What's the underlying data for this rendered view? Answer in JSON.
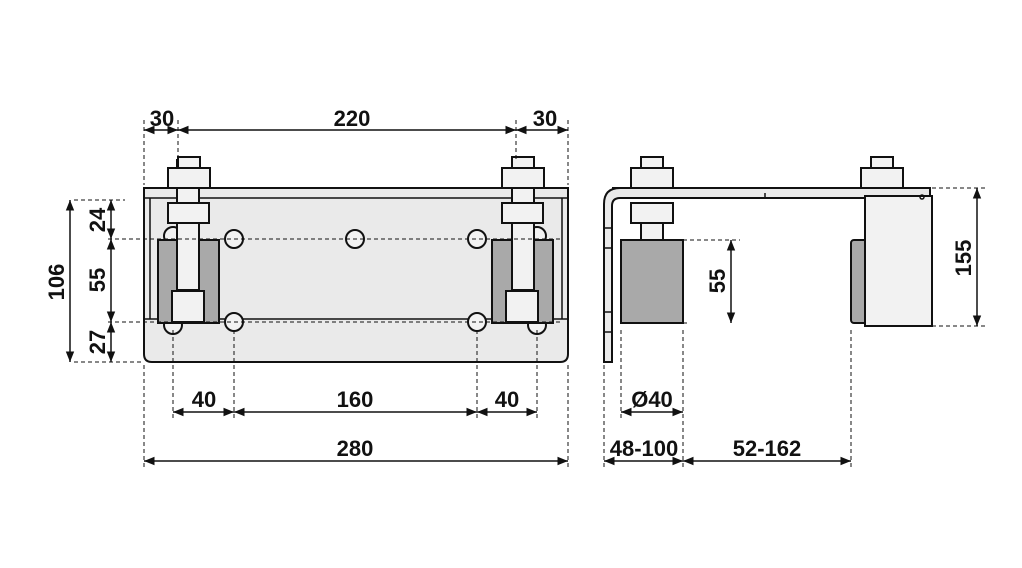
{
  "front_view": {
    "top_dims": [
      "30",
      "220",
      "30"
    ],
    "left_dims": {
      "total": "106",
      "top": "24",
      "middle": "55",
      "bottom": "27"
    },
    "bottom_dims": [
      "40",
      "160",
      "40"
    ],
    "overall_width": "280"
  },
  "side_view": {
    "roller_height": "55",
    "total_height": "155",
    "roller_diameter": "Ø40",
    "offset_range_1": "48-100",
    "offset_range_2": "52-162"
  }
}
